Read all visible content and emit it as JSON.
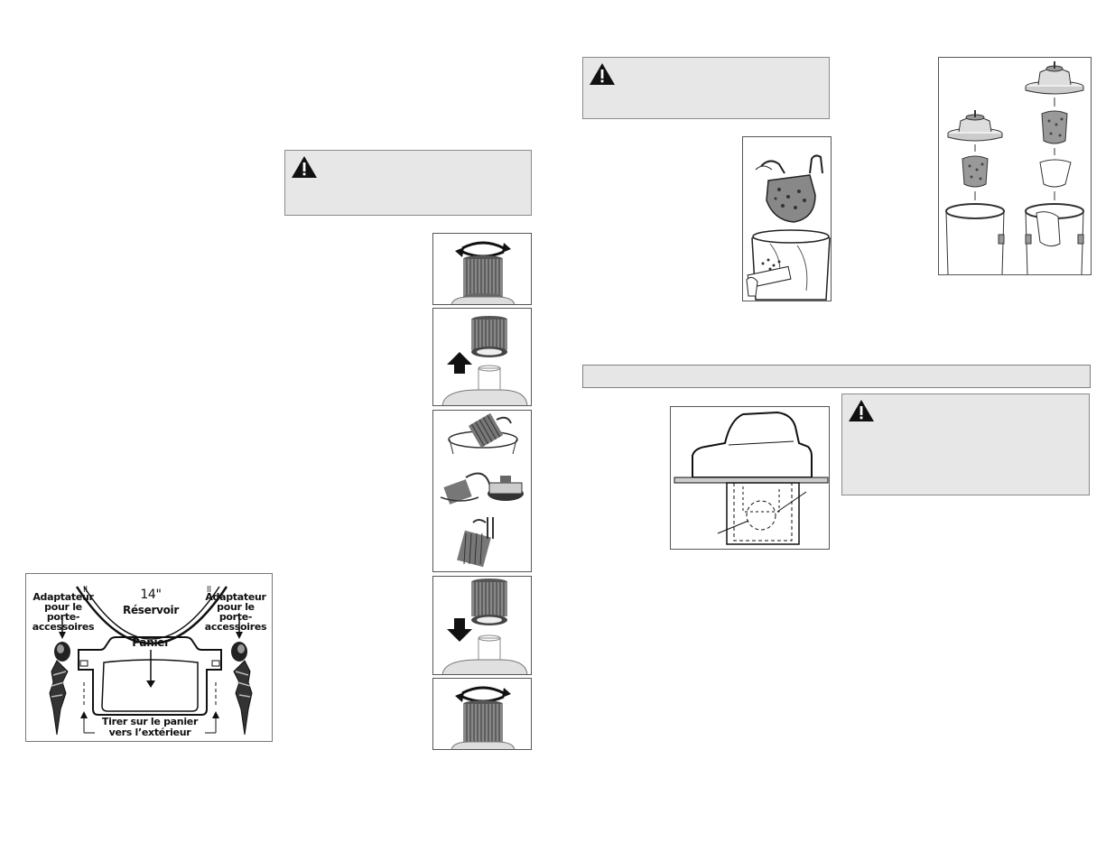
{
  "basket_diagram": {
    "size_label": "14\"",
    "tank_label": "Réservoir",
    "basket_label": "Panier",
    "left_adapter_label": "Adaptateur pour le porte-accessoires",
    "right_adapter_label": "Adaptateur pour le porte-accessoires",
    "pull_label_line1": "Tirer sur le panier",
    "pull_label_line2": "vers l’extérieur"
  },
  "icons": {
    "warning": "warning-triangle-icon",
    "rotate": "rotate-arrow-icon",
    "arrow_up": "arrow-up-icon",
    "arrow_down": "arrow-down-icon"
  },
  "colors": {
    "warning_box_bg": "#e7e7e7",
    "section_bar_bg": "#e6e6e6",
    "border": "#555555"
  }
}
